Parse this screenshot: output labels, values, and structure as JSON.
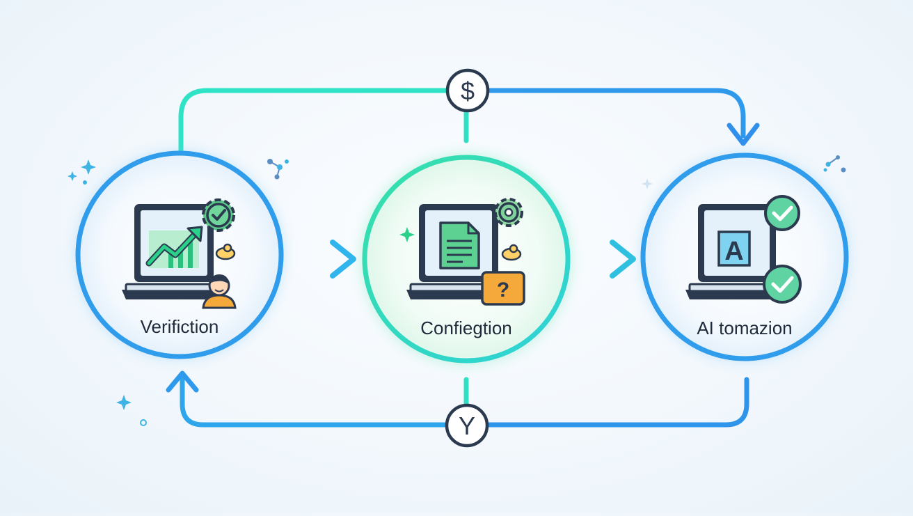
{
  "nodes": [
    {
      "id": "verification",
      "label": "Verifiction",
      "icon": "laptop-growth-chart-icon"
    },
    {
      "id": "configuration",
      "label": "Confiegtion",
      "icon": "laptop-document-icon"
    },
    {
      "id": "automation",
      "label": "AI tomazion",
      "icon": "laptop-letter-a-icon"
    }
  ],
  "connectors": {
    "top_symbol": "$",
    "bottom_symbol": "Y",
    "question_mark": "?",
    "letter_a": "A"
  },
  "colors": {
    "blue": "#2f9cec",
    "teal": "#2fe0c4",
    "green": "#2bd08a",
    "dark": "#2b3a4e",
    "screen": "#e4f1fb",
    "orange": "#f6a93b"
  }
}
